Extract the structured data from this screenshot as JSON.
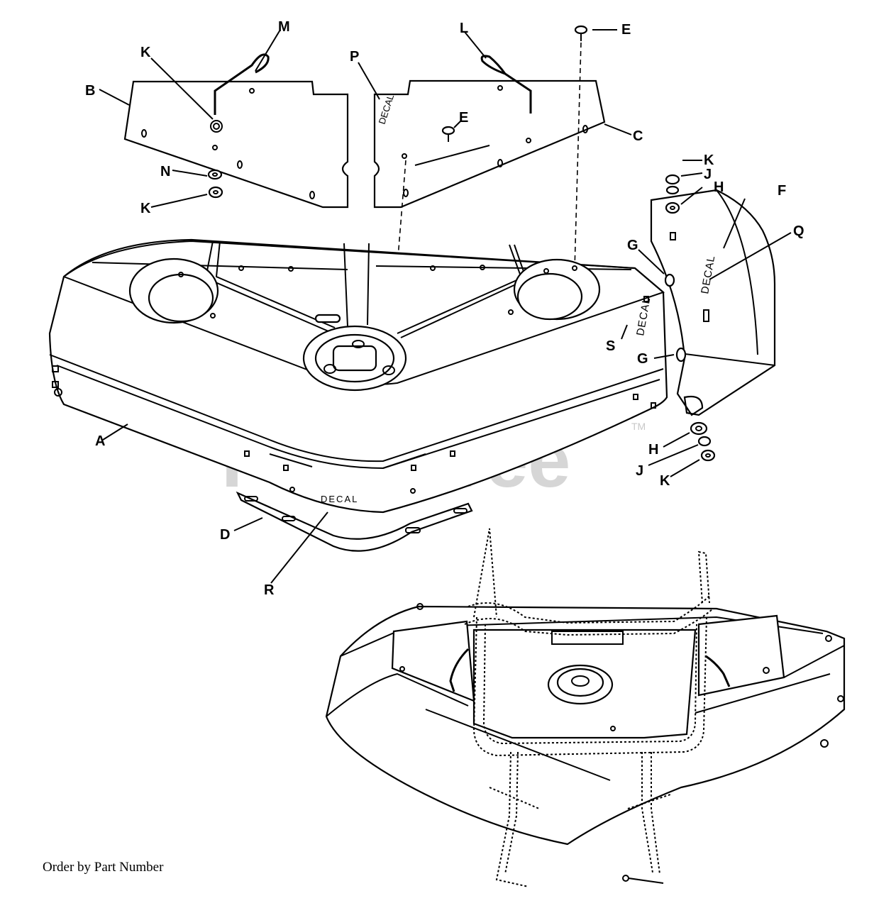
{
  "watermark": {
    "text": "PartsTree",
    "tm": "TM"
  },
  "footer": {
    "text": "Order by Part Number"
  },
  "callouts": {
    "A": "A",
    "B": "B",
    "C": "C",
    "D": "D",
    "E1": "E",
    "E2": "E",
    "F": "F",
    "G1": "G",
    "G2": "G",
    "H1": "H",
    "H2": "H",
    "J1": "J",
    "J2": "J",
    "K1": "K",
    "K2": "K",
    "K3": "K",
    "K4": "K",
    "L": "L",
    "M": "M",
    "N": "N",
    "P": "P",
    "Q": "Q",
    "R": "R",
    "S": "S"
  },
  "decals": {
    "plate_c": "DECAL",
    "deck_side": "DECAL",
    "discharge_chute": "DECAL",
    "front_bumper": "DECAL"
  }
}
